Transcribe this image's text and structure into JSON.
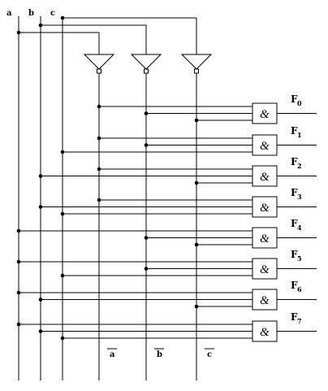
{
  "inputs": [
    "a",
    "b",
    "c"
  ],
  "inverted_labels": [
    "a",
    "b",
    "c"
  ],
  "gate_symbol": "&",
  "outputs": [
    {
      "name": "F",
      "sub": "0",
      "terms": [
        "a'",
        "b'",
        "c'"
      ]
    },
    {
      "name": "F",
      "sub": "1",
      "terms": [
        "a'",
        "b'",
        "c"
      ]
    },
    {
      "name": "F",
      "sub": "2",
      "terms": [
        "a'",
        "b",
        "c'"
      ]
    },
    {
      "name": "F",
      "sub": "3",
      "terms": [
        "a'",
        "b",
        "c"
      ]
    },
    {
      "name": "F",
      "sub": "4",
      "terms": [
        "a",
        "b'",
        "c'"
      ]
    },
    {
      "name": "F",
      "sub": "5",
      "terms": [
        "a",
        "b'",
        "c"
      ]
    },
    {
      "name": "F",
      "sub": "6",
      "terms": [
        "a",
        "b",
        "c'"
      ]
    },
    {
      "name": "F",
      "sub": "7",
      "terms": [
        "a",
        "b",
        "c"
      ]
    }
  ]
}
